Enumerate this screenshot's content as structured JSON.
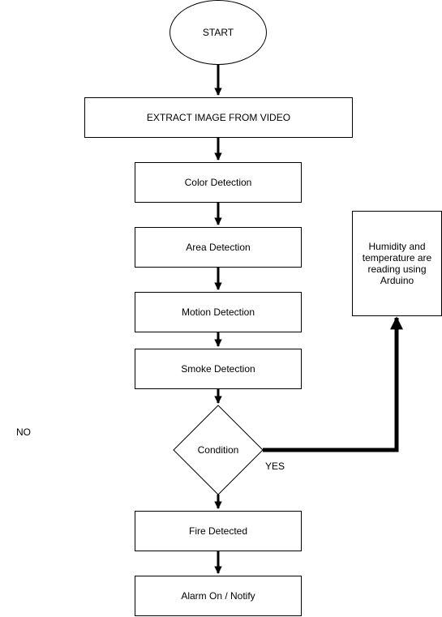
{
  "nodes": {
    "start": "START",
    "extract": "EXTRACT IMAGE FROM VIDEO",
    "color": "Color Detection",
    "area": "Area Detection",
    "motion": "Motion Detection",
    "smoke": "Smoke Detection",
    "condition": "Condition",
    "fire": "Fire Detected",
    "alarm": "Alarm On / Notify",
    "humidity": "Humidity and temperature are reading using Arduino"
  },
  "labels": {
    "yes": "YES",
    "no": "NO"
  },
  "edges": [
    {
      "from": "start",
      "to": "extract"
    },
    {
      "from": "extract",
      "to": "color"
    },
    {
      "from": "color",
      "to": "area"
    },
    {
      "from": "area",
      "to": "motion"
    },
    {
      "from": "motion",
      "to": "smoke"
    },
    {
      "from": "smoke",
      "to": "condition"
    },
    {
      "from": "condition",
      "to": "fire"
    },
    {
      "from": "fire",
      "to": "alarm"
    },
    {
      "from": "condition",
      "to": "humidity",
      "label": "YES"
    }
  ]
}
